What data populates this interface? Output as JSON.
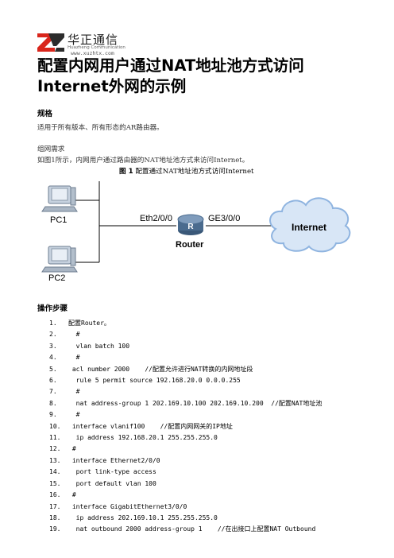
{
  "header": {
    "logo_cn": "华正通信",
    "logo_en": "Huazheng Communication",
    "url": "www.xuzhtx.com"
  },
  "title": "配置内网用户通过NAT地址池方式访问Internet外网的示例",
  "spec": {
    "heading": "规格",
    "text": "适用于所有版本、所有形态的AR路由器。"
  },
  "requirements": {
    "heading": "组网需求",
    "text": "如图1所示，内网用户通过路由器的NAT地址池方式来访问Internet。"
  },
  "figure": {
    "caption_prefix": "图 1",
    "caption_text": "配置通过NAT地址池方式访问Internet",
    "pc1_label": "PC1",
    "pc2_label": "PC2",
    "eth_label": "Eth2/0/0",
    "ge_label": "GE3/0/0",
    "router_label": "Router",
    "router_letter": "R",
    "cloud_label": "Internet"
  },
  "steps": {
    "heading": "操作步骤",
    "lines": [
      {
        "num": "1.",
        "text": "配置Router。"
      },
      {
        "num": "2.",
        "text": "  #"
      },
      {
        "num": "3.",
        "text": "  vlan batch 100"
      },
      {
        "num": "4.",
        "text": "  #"
      },
      {
        "num": "5.",
        "text": " acl number 2000    //配置允许进行NAT转换的内网地址段"
      },
      {
        "num": "6.",
        "text": "  rule 5 permit source 192.168.20.0 0.0.0.255"
      },
      {
        "num": "7.",
        "text": "  #"
      },
      {
        "num": "8.",
        "text": "  nat address-group 1 202.169.10.100 202.169.10.200  //配置NAT地址池"
      },
      {
        "num": "9.",
        "text": "  #"
      },
      {
        "num": "10.",
        "text": " interface vlanif100    //配置内网网关的IP地址"
      },
      {
        "num": "11.",
        "text": "  ip address 192.168.20.1 255.255.255.0"
      },
      {
        "num": "12.",
        "text": " #"
      },
      {
        "num": "13.",
        "text": " interface Ethernet2/0/0"
      },
      {
        "num": "14.",
        "text": "  port link-type access"
      },
      {
        "num": "15.",
        "text": "  port default vlan 100"
      },
      {
        "num": "16.",
        "text": " #"
      },
      {
        "num": "17.",
        "text": " interface GigabitEthernet3/0/0"
      },
      {
        "num": "18.",
        "text": "  ip address 202.169.10.1 255.255.255.0"
      },
      {
        "num": "19.",
        "text": "  nat outbound 2000 address-group 1    //在出接口上配置NAT Outbound"
      }
    ]
  },
  "colors": {
    "logo_red": "#d9261c",
    "router_blue": "#4a6b8e",
    "cloud_blue": "#8fb4e0",
    "pc_gray": "#9aa7b8"
  }
}
